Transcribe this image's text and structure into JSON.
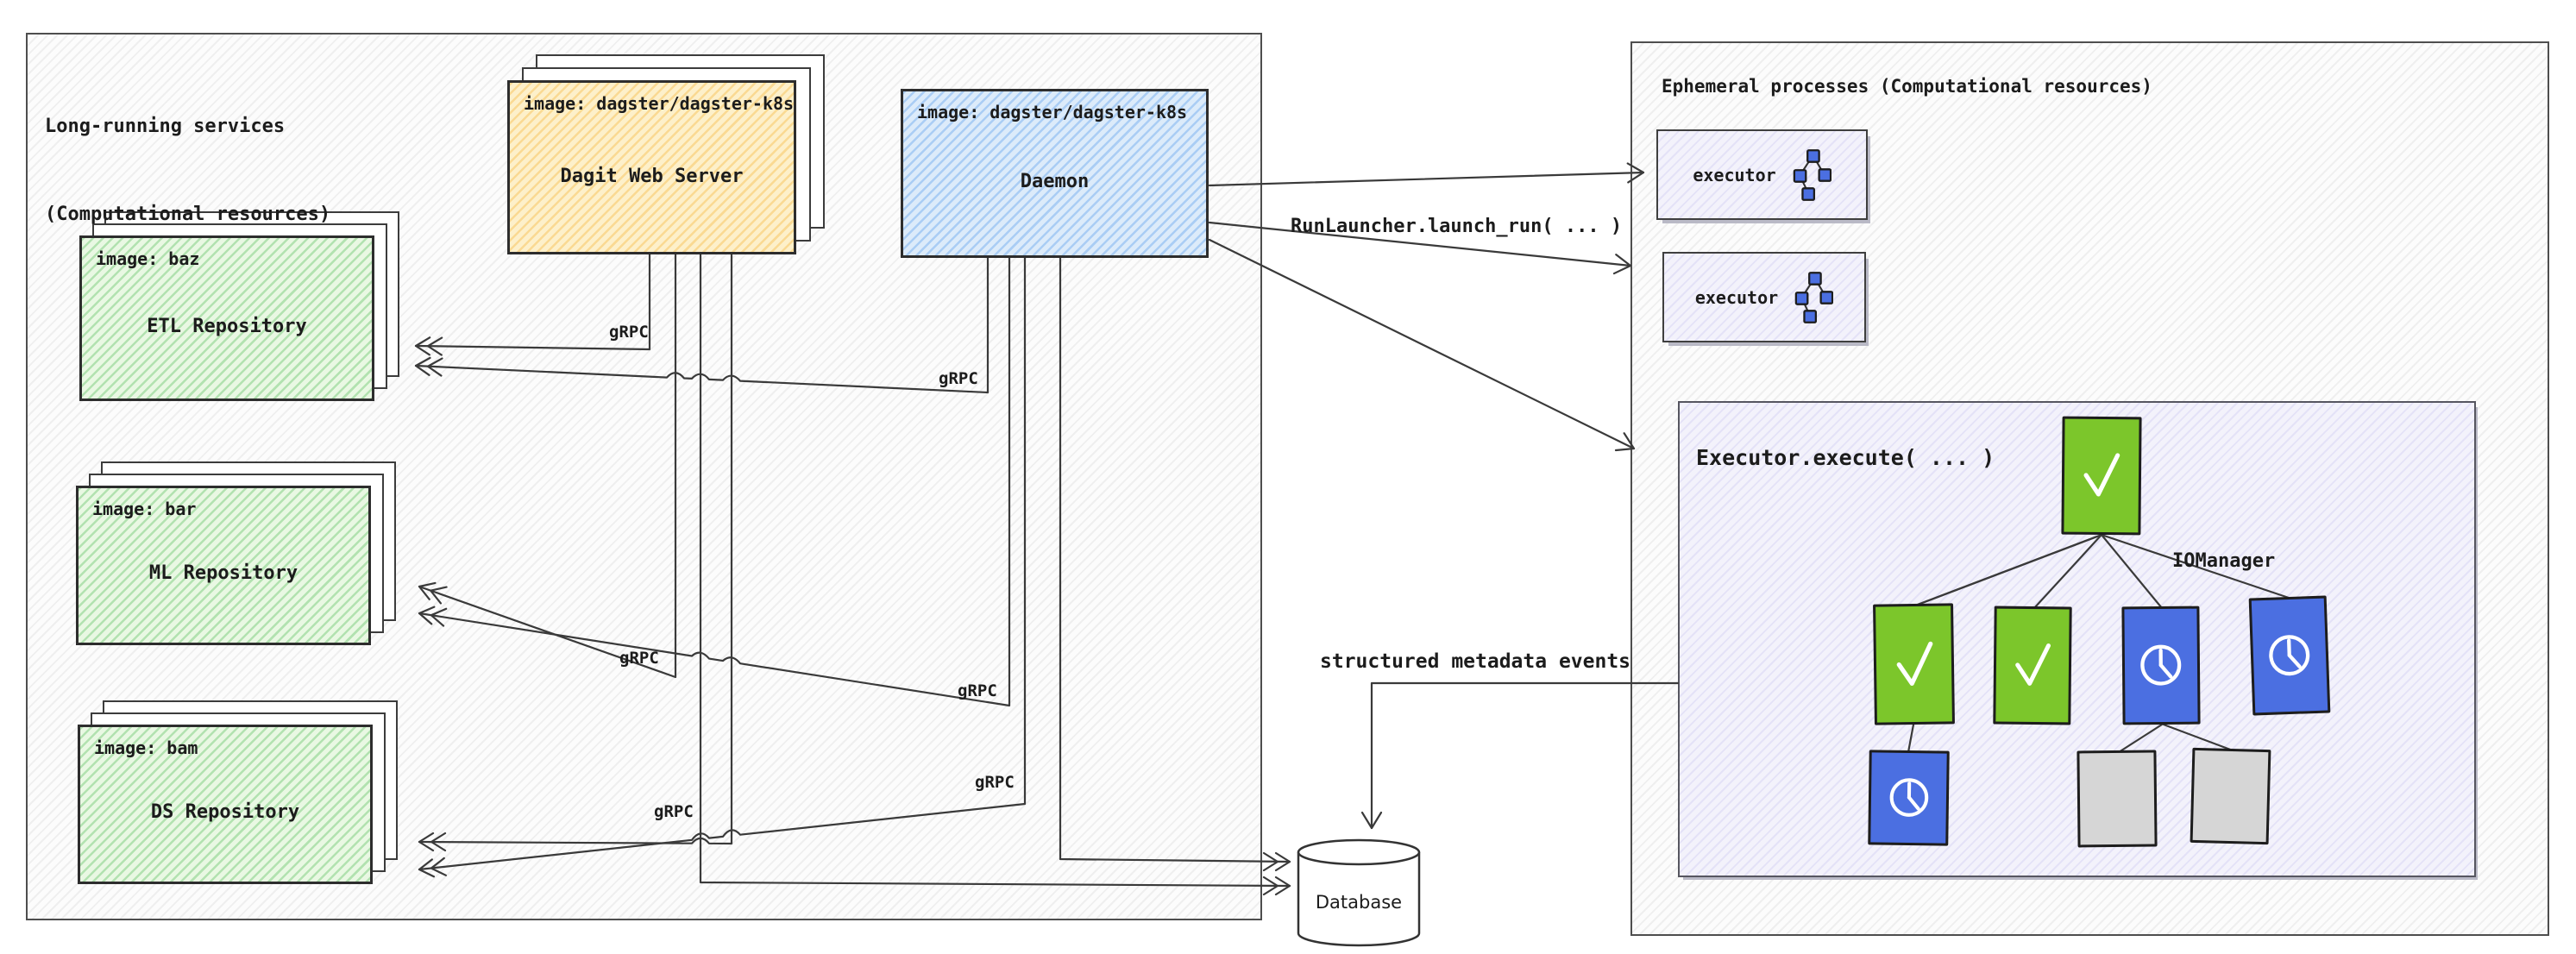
{
  "left_panel": {
    "title_line1": "Long-running services",
    "title_line2": "(Computational resources)",
    "dagit": {
      "image_label": "image: dagster/dagster-k8s",
      "name": "Dagit Web Server"
    },
    "daemon": {
      "image_label": "image: dagster/dagster-k8s",
      "name": "Daemon"
    },
    "repositories": [
      {
        "image_label": "image: baz",
        "name": "ETL Repository"
      },
      {
        "image_label": "image: bar",
        "name": "ML Repository"
      },
      {
        "image_label": "image: bam",
        "name": "DS Repository"
      }
    ]
  },
  "right_panel": {
    "title": "Ephemeral processes (Computational resources)",
    "executors": [
      {
        "label": "executor"
      },
      {
        "label": "executor"
      }
    ],
    "execute_box": {
      "title": "Executor.execute( ... )",
      "iomanager_label": "IOManager",
      "nodes": [
        {
          "id": "root",
          "state": "success"
        },
        {
          "id": "child-1",
          "state": "success"
        },
        {
          "id": "child-2",
          "state": "success"
        },
        {
          "id": "child-3",
          "state": "running"
        },
        {
          "id": "child-4",
          "state": "running"
        },
        {
          "id": "grandchild-1",
          "state": "running"
        },
        {
          "id": "grandchild-2",
          "state": "pending"
        },
        {
          "id": "grandchild-3",
          "state": "pending"
        }
      ]
    }
  },
  "connections": {
    "run_launcher_label": "RunLauncher.launch_run( ... )",
    "metadata_label": "structured metadata events",
    "grpc": [
      {
        "from": "dagit-web-server",
        "to": "etl-repository",
        "label": "gRPC"
      },
      {
        "from": "daemon",
        "to": "etl-repository",
        "label": "gRPC"
      },
      {
        "from": "dagit-web-server",
        "to": "ml-repository",
        "label": "gRPC"
      },
      {
        "from": "daemon",
        "to": "ml-repository",
        "label": "gRPC"
      },
      {
        "from": "dagit-web-server",
        "to": "ds-repository",
        "label": "gRPC"
      },
      {
        "from": "daemon",
        "to": "ds-repository",
        "label": "gRPC"
      }
    ]
  },
  "database": {
    "label": "Database"
  },
  "colors": {
    "success": "#7cc62b",
    "running": "#4b6fe1",
    "pending": "#d6d6d6",
    "dagit_fill": "#fdf0ca",
    "daemon_fill": "#dcebfa",
    "repo_fill": "#e9f8e3",
    "lavender_fill": "#f3f2fb",
    "line": "#3a3a3a"
  }
}
